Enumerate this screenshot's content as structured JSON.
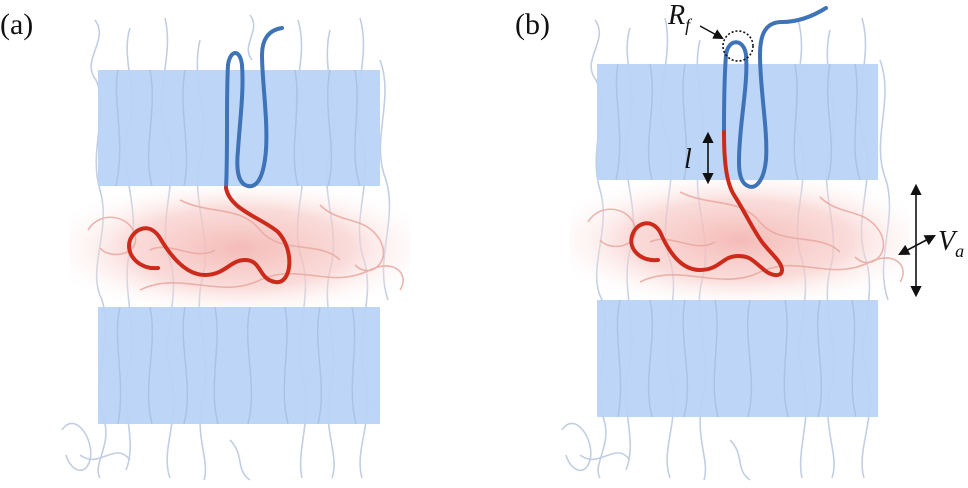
{
  "panels": [
    {
      "label": "(a)"
    },
    {
      "label": "(b)"
    }
  ],
  "annotations": {
    "fold_radius": {
      "main": "R",
      "sub": "f"
    },
    "length": {
      "main": "l"
    },
    "volume": {
      "main": "V",
      "sub": "a"
    }
  },
  "colors": {
    "crystal_layer": "#b9d3f7",
    "amorphous_glow": "#f4b8b4",
    "chain_crystalline": "#3f73b7",
    "chain_amorphous": "#cc2a1a",
    "background_chains": "#aebed8",
    "background_chains_amorphous": "#e9a8a0"
  }
}
